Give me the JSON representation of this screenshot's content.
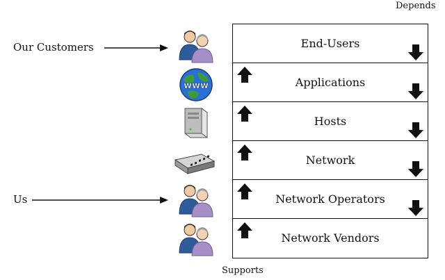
{
  "labels": {
    "depends": "Depends",
    "supports": "Supports",
    "our_customers": "Our Customers",
    "us": "Us"
  },
  "layers": [
    {
      "label": "End-Users",
      "up_arrow": false,
      "down_arrow": true,
      "icon": "users-icon"
    },
    {
      "label": "Applications",
      "up_arrow": true,
      "down_arrow": true,
      "icon": "globe-www-icon"
    },
    {
      "label": "Hosts",
      "up_arrow": true,
      "down_arrow": true,
      "icon": "server-icon"
    },
    {
      "label": "Network",
      "up_arrow": true,
      "down_arrow": true,
      "icon": "network-switch-icon"
    },
    {
      "label": "Network Operators",
      "up_arrow": true,
      "down_arrow": true,
      "icon": "users-icon"
    },
    {
      "label": "Network Vendors",
      "up_arrow": true,
      "down_arrow": false,
      "icon": "users-icon"
    }
  ],
  "colors": {
    "person_blue": "#2f5d9c",
    "person_purple": "#a58fc6",
    "globe_blue": "#2a6fd6",
    "globe_green": "#3f9b3a",
    "server_gray": "#c8c8c8"
  }
}
